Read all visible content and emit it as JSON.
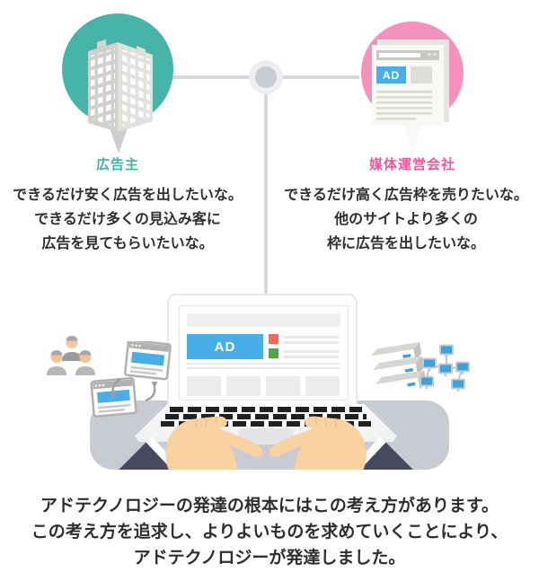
{
  "left_bubble": {
    "label": "広告主",
    "accent_color": "#3CB4A6",
    "circle_color": "#46B5A8",
    "lines": [
      "できるだけ安く広告を出したいな。",
      "できるだけ多くの見込み客に",
      "広告を見てもらいたいな。"
    ]
  },
  "right_bubble": {
    "label": "媒体運営会社",
    "accent_color": "#F0569C",
    "circle_color": "#F491BD",
    "ad_label": "AD",
    "lines": [
      "できるだけ高く広告枠を売りたいな。",
      "他のサイトより多くの",
      "枠に広告を出したいな。"
    ]
  },
  "laptop": {
    "ad_label": "AD",
    "ad_color": "#47AEE8",
    "accent_red": "#F2685F",
    "accent_green": "#4CA746"
  },
  "footer": {
    "lines": [
      "アドテクノロジーの発達の根本にはこの考え方があります。",
      "この考え方を追求し、よりよいものを求めていくことにより、",
      "アドテクノロジーが発達しました。"
    ]
  },
  "icons": {
    "advertiser": "building-icon",
    "publisher": "webpage-ad-icon",
    "audience": "people-group-icon",
    "exchange": "browser-exchange-icon",
    "datacenter": "server-stack-icon",
    "network": "monitor-network-icon"
  }
}
